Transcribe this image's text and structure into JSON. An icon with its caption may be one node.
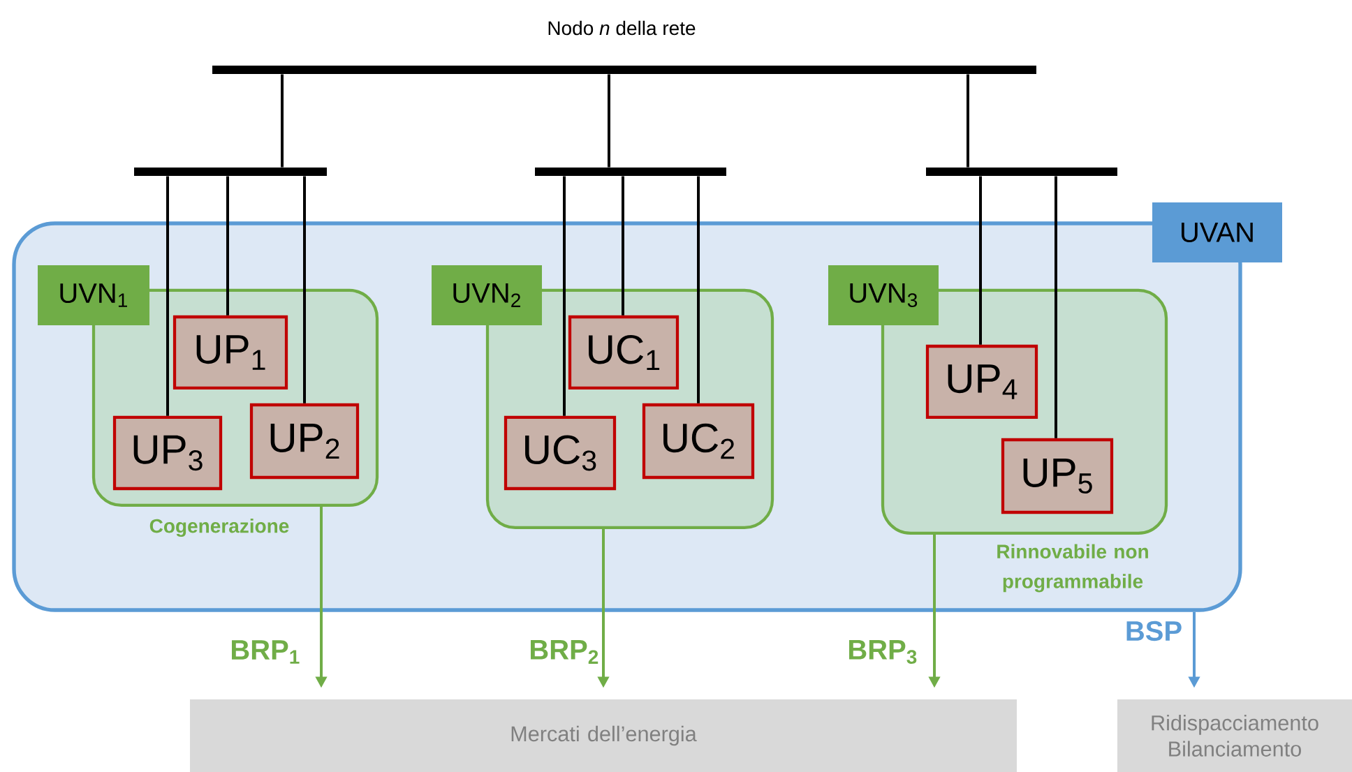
{
  "diagram": {
    "nodes": [
      {
        "text": [
          "Nodo *n* della rete"
        ]
      },
      {
        "text": [],
        "shape": "bar"
      },
      {
        "text": [],
        "shape": "bar"
      },
      {
        "text": [],
        "shape": "bar"
      },
      {
        "text": [
          "UVAN"
        ]
      },
      {
        "text": [
          "UVN$_{1}$"
        ],
        "beside": [
          "Cogenerazione"
        ],
        "in": 4
      },
      {
        "text": [
          "UP$_{1}$"
        ],
        "in": 5
      },
      {
        "text": [
          "UP$_{3}$"
        ],
        "in": 5
      },
      {
        "text": [
          "UP$_{2}$"
        ],
        "in": 5
      },
      {
        "text": [
          "UVN$_{2}$"
        ],
        "in": 4
      },
      {
        "text": [
          "UC$_{1}$"
        ],
        "in": 9
      },
      {
        "text": [
          "UC$_{3}$"
        ],
        "in": 9
      },
      {
        "text": [
          "UC$_{2}$"
        ],
        "in": 9
      },
      {
        "text": [
          "UVN$_{3}$"
        ],
        "beside": [
          "Rinnovabile non programmabile"
        ],
        "in": 4
      },
      {
        "text": [
          "UP$_{4}$"
        ],
        "in": 13
      },
      {
        "text": [
          "UP$_{5}$"
        ],
        "in": 13
      },
      {
        "text": [
          "Mercati dell’energia"
        ]
      },
      {
        "text": [
          "Ridispacciamento Bilanciamento"
        ]
      }
    ],
    "edges": [
      {
        "from": 0,
        "to": 1,
        "arrow": "none"
      },
      {
        "from": 0,
        "to": 2,
        "arrow": "none"
      },
      {
        "from": 0,
        "to": 3,
        "arrow": "none"
      },
      {
        "from": 1,
        "to": 7,
        "arrow": "none"
      },
      {
        "from": 1,
        "to": 6,
        "arrow": "none"
      },
      {
        "from": 1,
        "to": 8,
        "arrow": "none"
      },
      {
        "from": 2,
        "to": 11,
        "arrow": "none"
      },
      {
        "from": 2,
        "to": 10,
        "arrow": "none"
      },
      {
        "from": 2,
        "to": 12,
        "arrow": "none"
      },
      {
        "from": 3,
        "to": 14,
        "arrow": "none"
      },
      {
        "from": 3,
        "to": 15,
        "arrow": "none"
      },
      {
        "from": 5,
        "to": 16,
        "arrow": "to",
        "label": "BRP$_{1}$",
        "color": "#70ad47"
      },
      {
        "from": 9,
        "to": 16,
        "arrow": "to",
        "label": "BRP$_{2}$",
        "color": "#70ad47"
      },
      {
        "from": 13,
        "to": 16,
        "arrow": "to",
        "label": "BRP$_{3}$",
        "color": "#70ad47"
      },
      {
        "from": 4,
        "to": 17,
        "arrow": "to",
        "label": "BSP",
        "color": "#5b9bd5"
      }
    ]
  }
}
